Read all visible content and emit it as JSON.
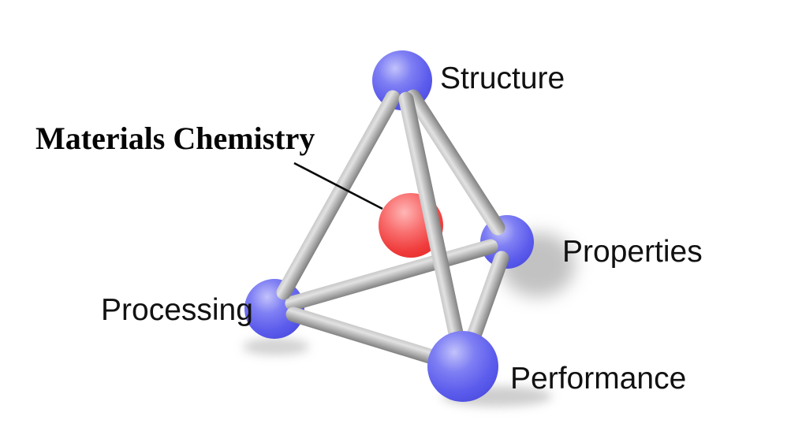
{
  "diagram": {
    "type": "tetrahedron-concept-diagram",
    "nodes": [
      {
        "id": "structure",
        "label": "Structure",
        "shape": "sphere",
        "color": "#5c5cee"
      },
      {
        "id": "properties",
        "label": "Properties",
        "shape": "sphere",
        "color": "#5c5cee"
      },
      {
        "id": "processing",
        "label": "Processing",
        "shape": "sphere",
        "color": "#5c5cee"
      },
      {
        "id": "performance",
        "label": "Performance",
        "shape": "sphere",
        "color": "#5c5cee"
      },
      {
        "id": "materials-chemistry",
        "label": "Materials Chemistry",
        "shape": "sphere",
        "color": "#ee3434",
        "position": "center"
      }
    ],
    "edges": [
      {
        "from": "structure",
        "to": "processing"
      },
      {
        "from": "structure",
        "to": "properties"
      },
      {
        "from": "structure",
        "to": "performance"
      },
      {
        "from": "processing",
        "to": "properties"
      },
      {
        "from": "processing",
        "to": "performance"
      },
      {
        "from": "properties",
        "to": "performance"
      }
    ],
    "annotation": {
      "leader_line": "connects Materials Chemistry label to center sphere"
    },
    "colors": {
      "vertex_sphere": "#5c5cee",
      "center_sphere": "#ee3434",
      "strut": "#b5b5b5",
      "shadow": "#a0a0a0",
      "label_text": "#111111",
      "background": "#ffffff"
    }
  }
}
